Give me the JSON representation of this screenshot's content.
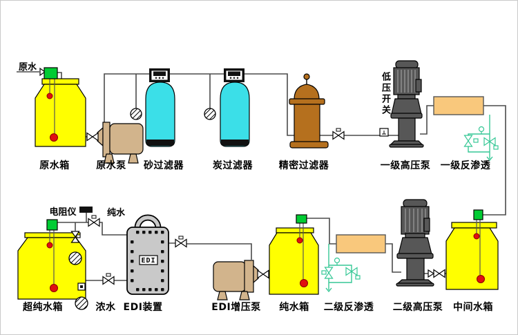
{
  "colors": {
    "tank_yellow": "#ffff00",
    "level_box_green": "#00cc33",
    "float_red": "#e01010",
    "filter_cyan": "#3bdfe8",
    "pump_tan": "#d2b48c",
    "vessel_brown": "#b5701e",
    "pump_dark": "#575757",
    "ro_orange": "#f9c87c",
    "edi_gray": "#c9c9c9",
    "valve_teal": "#35c795",
    "pipe_gray": "#4a4a4a"
  },
  "labels": {
    "raw_water": "原水",
    "raw_water_tank": "原水箱",
    "raw_water_pump": "原水泵",
    "sand_filter": "砂过滤器",
    "carbon_filter": "炭过滤器",
    "precision_filter": "精密过滤器",
    "low_pressure_switch": "低压开关",
    "stage1_hp_pump": "一级高压泵",
    "stage1_ro": "一级反渗透",
    "ultrapure_tank": "超纯水箱",
    "resistivity_meter": "电阻仪",
    "pure_water": "纯水",
    "concentrate_water": "浓水",
    "edi_unit": "EDI装置",
    "edi_badge": "EDI",
    "edi_booster_pump": "EDI增压泵",
    "pure_water_tank": "纯水箱",
    "stage2_ro": "二级反渗透",
    "stage2_hp_pump": "二级高压泵",
    "intermediate_tank": "中间水箱"
  }
}
